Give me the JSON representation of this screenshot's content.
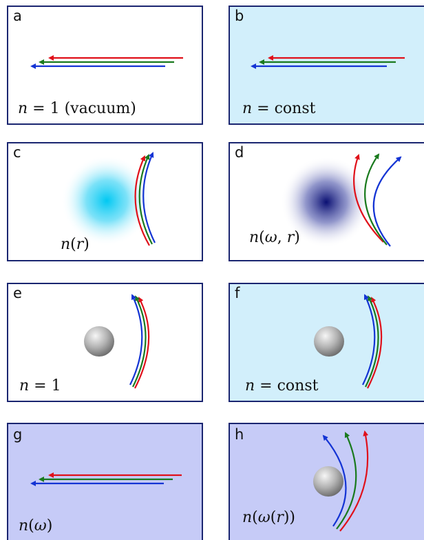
{
  "colors": {
    "frame": "#1a2570",
    "red_ray": "#e0101a",
    "green_ray": "#1a7a1e",
    "blue_ray": "#1434d4",
    "white_bg": "#ffffff",
    "light_blue_bg": "#d2effb",
    "lavender_bg": "#c6cbf7",
    "cyan_gradient": "#00c8f2",
    "navy_gradient": "#0a0f72",
    "sphere_light": "#f6f6f6",
    "sphere_dark": "#6e6e6e"
  },
  "panels": [
    {
      "letter": "a",
      "label_parts": [
        {
          "t": "n",
          "it": true
        },
        {
          "t": " = 1 (vacuum)",
          "it": false
        }
      ]
    },
    {
      "letter": "b",
      "label_parts": [
        {
          "t": "n",
          "it": true
        },
        {
          "t": " = const",
          "it": false
        }
      ]
    },
    {
      "letter": "c",
      "label_parts": [
        {
          "t": "n",
          "it": true
        },
        {
          "t": "(",
          "it": false
        },
        {
          "t": "r",
          "it": true
        },
        {
          "t": ")",
          "it": false
        }
      ]
    },
    {
      "letter": "d",
      "label_parts": [
        {
          "t": "n",
          "it": true
        },
        {
          "t": "(",
          "it": false
        },
        {
          "t": "ω",
          "it": true
        },
        {
          "t": ", ",
          "it": false
        },
        {
          "t": "r",
          "it": true
        },
        {
          "t": ")",
          "it": false
        }
      ]
    },
    {
      "letter": "e",
      "label_parts": [
        {
          "t": "n",
          "it": true
        },
        {
          "t": " = 1",
          "it": false
        }
      ]
    },
    {
      "letter": "f",
      "label_parts": [
        {
          "t": "n",
          "it": true
        },
        {
          "t": " = const",
          "it": false
        }
      ]
    },
    {
      "letter": "g",
      "label_parts": [
        {
          "t": "n",
          "it": true
        },
        {
          "t": "(",
          "it": false
        },
        {
          "t": "ω",
          "it": true
        },
        {
          "t": ")",
          "it": false
        }
      ]
    },
    {
      "letter": "h",
      "label_parts": [
        {
          "t": "n",
          "it": true
        },
        {
          "t": "(",
          "it": false
        },
        {
          "t": "ω",
          "it": true
        },
        {
          "t": "(",
          "it": false
        },
        {
          "t": "r",
          "it": true
        },
        {
          "t": "))",
          "it": false
        }
      ]
    }
  ]
}
